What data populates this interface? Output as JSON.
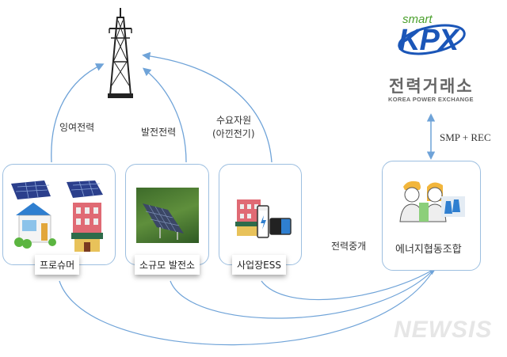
{
  "logo": {
    "smart": "smart",
    "brand": "KPX",
    "korean_name": "전력거래소",
    "english_name": "KOREA POWER EXCHANGE"
  },
  "flows": {
    "surplus_power": "잉여전력",
    "generated_power": "발전전력",
    "demand_resource_line1": "수요자원",
    "demand_resource_line2": "(아낀전기)",
    "market_settlement": "SMP + REC",
    "brokerage": "전력중개"
  },
  "nodes": {
    "prosumer": "프로슈머",
    "small_plant": "소규모 발전소",
    "business_ess": "사업장ESS",
    "energy_coop": "에너지협동조합"
  },
  "watermark": "NEWSIS",
  "colors": {
    "line": "#6fa3d8",
    "box_border": "#9dbfe0",
    "kpx_blue": "#1b56b8",
    "kpx_green": "#4aa02c"
  }
}
